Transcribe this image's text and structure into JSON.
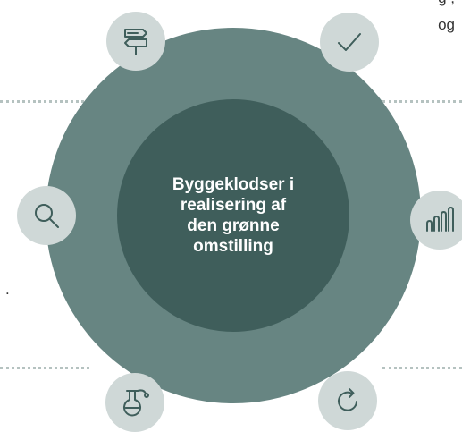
{
  "fragments": {
    "top_right_1": "g ,",
    "top_right_2": "og",
    "left": "."
  },
  "center": {
    "title": "Byggeklodser i\nrealisering af\nden grønne\nomstilling"
  },
  "colors": {
    "outer_ring": "#678582",
    "inner_circle": "#3f5e5b",
    "node_fill": "#cfd8d7",
    "icon_stroke": "#3f5e5b",
    "dotted_line": "#b5c2c0"
  },
  "nodes": [
    {
      "icon": "signpost-icon"
    },
    {
      "icon": "checkmark-icon"
    },
    {
      "icon": "magnifier-icon"
    },
    {
      "icon": "bar-chart-icon"
    },
    {
      "icon": "flask-icon"
    },
    {
      "icon": "refresh-icon"
    }
  ]
}
